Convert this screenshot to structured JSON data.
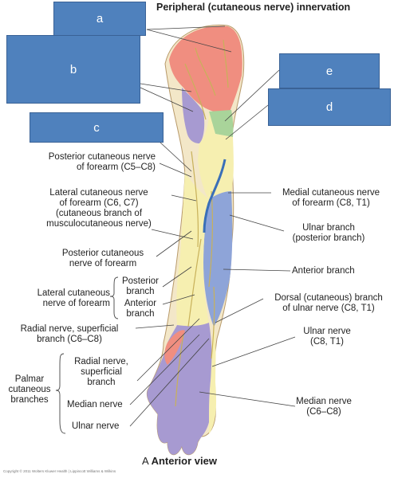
{
  "title": "Peripheral (cutaneous nerve) innervation",
  "boxes": {
    "a": "a",
    "b": "b",
    "c": "c",
    "d": "d",
    "e": "e"
  },
  "labels": {
    "posterior_cut_forearm_c5c8": [
      "Posterior cutaneous nerve",
      "of forearm (C5–C8)"
    ],
    "lateral_cut_forearm_c6c7": [
      "Lateral cutaneous nerve",
      "of forearm (C6, C7)",
      "(cutaneous branch of",
      "musculocutaneous nerve)"
    ],
    "posterior_cut_forearm": [
      "Posterior cutaneous",
      "nerve of forearm"
    ],
    "lateral_cut_forearm": [
      "Lateral cutaneous",
      "nerve of forearm"
    ],
    "posterior_branch": [
      "Posterior",
      "branch"
    ],
    "anterior_branch_left": [
      "Anterior",
      "branch"
    ],
    "radial_superficial": [
      "Radial nerve, superficial",
      "branch (C6–C8)"
    ],
    "palmar_cutaneous": [
      "Palmar",
      "cutaneous",
      "branches"
    ],
    "radial_nerve_superficial": [
      "Radial nerve,",
      "superficial",
      "branch"
    ],
    "median_nerve_left": "Median nerve",
    "ulnar_nerve_left": "Ulnar nerve",
    "medial_cut_forearm": [
      "Medial cutaneous nerve",
      "of forearm (C8, T1)"
    ],
    "ulnar_branch_posterior": [
      "Ulnar branch",
      "(posterior branch)"
    ],
    "anterior_branch_right": "Anterior branch",
    "dorsal_ulnar": [
      "Dorsal (cutaneous) branch",
      "of ulnar nerve (C8, T1)"
    ],
    "ulnar_nerve_right": [
      "Ulnar nerve",
      "(C8, T1)"
    ],
    "median_nerve_right": [
      "Median nerve",
      "(C6–C8)"
    ]
  },
  "caption_letter": "A",
  "caption_text": "Anterior view",
  "copyright": "Copyright © 2011 Wolters Kluwer Health | Lippincott Williams & Wilkins",
  "colors": {
    "box": "#4f81bd",
    "red_zone": "#f08e80",
    "green_zone": "#a9d49a",
    "yellow_zone": "#f6efb0",
    "blue_zone": "#8ea4d8",
    "purple_zone": "#a79ad1",
    "nerve": "#c8b15a"
  }
}
